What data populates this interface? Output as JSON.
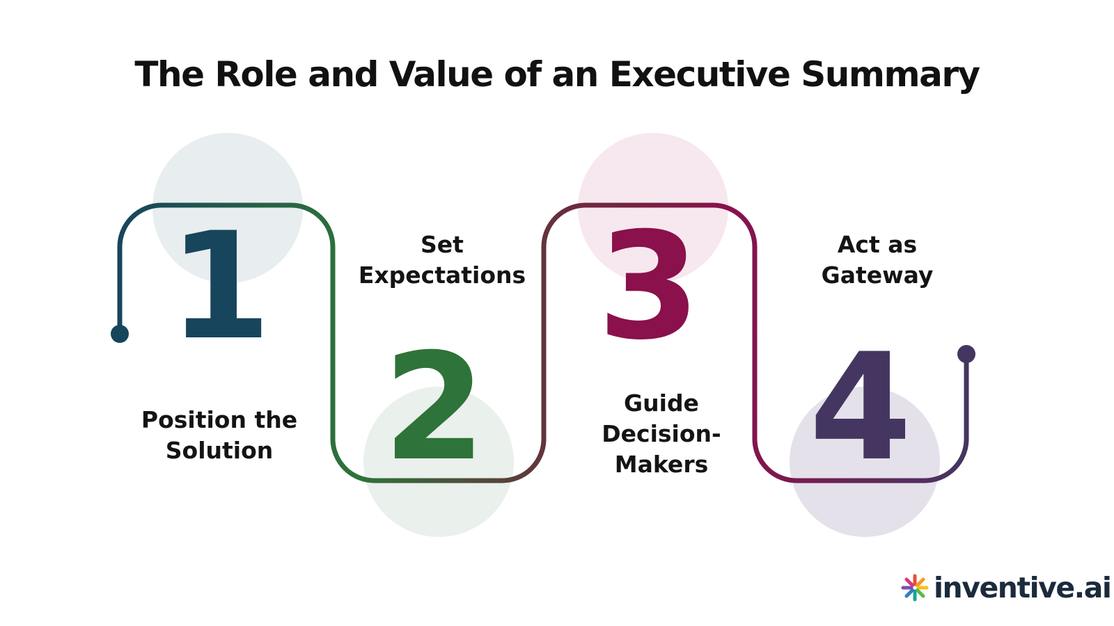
{
  "title": "The Role and Value of an Executive Summary",
  "steps": [
    {
      "number": "1",
      "label": "Position the\nSolution",
      "color": "#17455c",
      "circle_color": "#e8edef"
    },
    {
      "number": "2",
      "label": "Set\nExpectations",
      "color": "#2e7339",
      "circle_color": "#eaf0ec"
    },
    {
      "number": "3",
      "label": "Guide\nDecision-\nMakers",
      "color": "#8a114b",
      "circle_color": "#f6e8ee"
    },
    {
      "number": "4",
      "label": "Act as\nGateway",
      "color": "#443661",
      "circle_color": "#e4e1ea"
    }
  ],
  "logo": {
    "text": "inventive.ai",
    "icon": "pinwheel-logo-icon"
  }
}
